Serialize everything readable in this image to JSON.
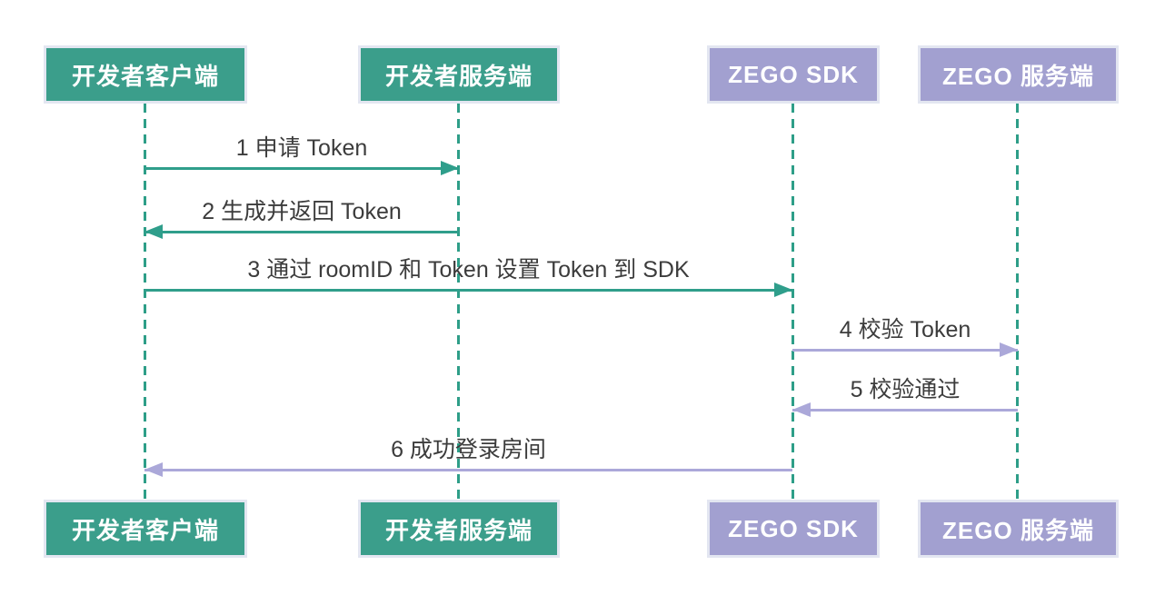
{
  "diagram": {
    "type": "sequence",
    "actors": [
      {
        "id": "dev-client",
        "label": "开发者客户端",
        "color": "#3B9E8B"
      },
      {
        "id": "dev-server",
        "label": "开发者服务端",
        "color": "#3B9E8B"
      },
      {
        "id": "zego-sdk",
        "label": "ZEGO SDK",
        "color": "#A2A0D0"
      },
      {
        "id": "zego-server",
        "label": "ZEGO 服务端",
        "color": "#A2A0D0"
      }
    ],
    "messages": [
      {
        "seq": "1",
        "label": "1 申请 Token",
        "from": "开发者客户端",
        "to": "开发者服务端",
        "direction": "right",
        "color": "#2F9E8B"
      },
      {
        "seq": "2",
        "label": "2 生成并返回 Token",
        "from": "开发者服务端",
        "to": "开发者客户端",
        "direction": "left",
        "color": "#2F9E8B"
      },
      {
        "seq": "3",
        "label": "3 通过 roomID 和 Token 设置 Token 到 SDK",
        "from": "开发者客户端",
        "to": "ZEGO SDK",
        "direction": "right",
        "color": "#2F9E8B"
      },
      {
        "seq": "4",
        "label": "4 校验 Token",
        "from": "ZEGO SDK",
        "to": "ZEGO 服务端",
        "direction": "right",
        "color": "#ABA8D9"
      },
      {
        "seq": "5",
        "label": "5 校验通过",
        "from": "ZEGO 服务端",
        "to": "ZEGO SDK",
        "direction": "left",
        "color": "#ABA8D9"
      },
      {
        "seq": "6",
        "label": "6 成功登录房间",
        "from": "ZEGO SDK",
        "to": "开发者客户端",
        "direction": "left",
        "color": "#ABA8D9"
      }
    ],
    "colors": {
      "actor_green": "#3B9E8B",
      "actor_purple": "#A2A0D0",
      "arrow_green": "#2F9E8B",
      "arrow_purple": "#ABA8D9",
      "lifeline": "#2E9E88",
      "actor_text": "#FFFFFF",
      "message_text": "#3C3C3C",
      "background": "#FFFFFF"
    }
  }
}
